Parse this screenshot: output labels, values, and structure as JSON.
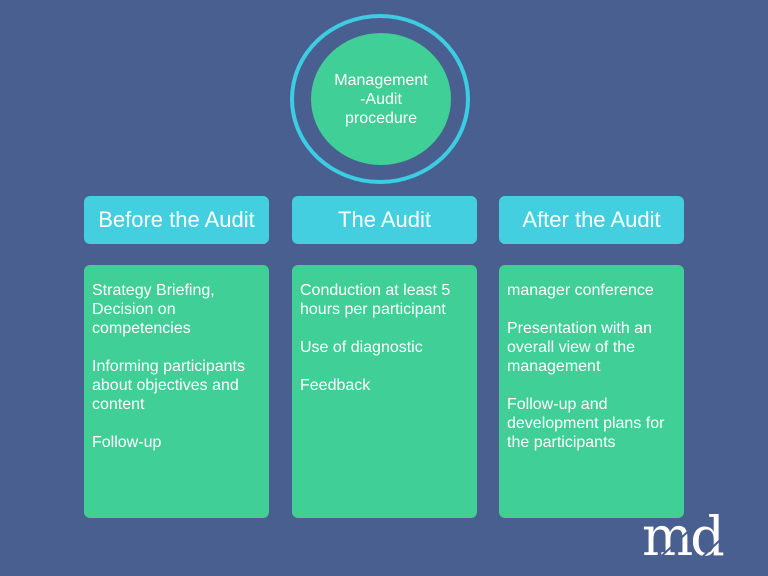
{
  "center": {
    "title": "Management\n-Audit\nprocedure"
  },
  "columns": [
    {
      "header": "Before the Audit",
      "items": [
        "Strategy Briefing, Decision on competencies",
        "Informing participants about objectives and content",
        "Follow-up"
      ]
    },
    {
      "header": "The Audit",
      "items": [
        "Conduction at least 5 hours per participant",
        "Use of diagnostic",
        "Feedback"
      ]
    },
    {
      "header": "After the Audit",
      "items": [
        "manager conference",
        "Presentation with an overall view of the management",
        "Follow-up and development plans for the participants"
      ]
    }
  ],
  "logo": {
    "text": "md"
  },
  "colors": {
    "background": "#485f90",
    "header": "#43cfe0",
    "box": "#40cf96",
    "ring": "#3dcde2"
  }
}
